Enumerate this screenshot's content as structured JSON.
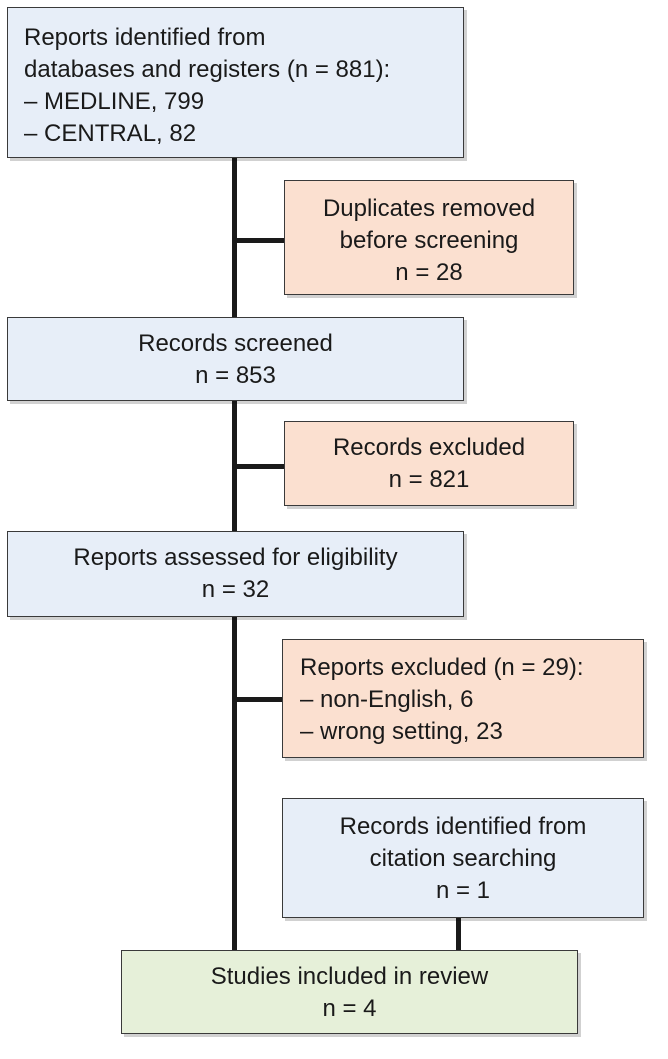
{
  "flowchart": {
    "identification": {
      "lines": [
        "Reports identified from",
        "databases and registers (n = 881):",
        "– MEDLINE, 799",
        "– CENTRAL, 82"
      ]
    },
    "duplicates_removed": {
      "lines": [
        "Duplicates removed",
        "before screening",
        "n = 28"
      ]
    },
    "records_screened": {
      "lines": [
        "Records screened",
        "n = 853"
      ]
    },
    "records_excluded": {
      "lines": [
        "Records excluded",
        "n = 821"
      ]
    },
    "eligibility": {
      "lines": [
        "Reports assessed for eligibility",
        "n = 32"
      ]
    },
    "reports_excluded": {
      "lines": [
        "Reports excluded (n = 29):",
        "– non-English, 6",
        "– wrong setting, 23"
      ]
    },
    "citation_search": {
      "lines": [
        "Records identified from",
        "citation searching",
        "n = 1"
      ]
    },
    "included": {
      "lines": [
        "Studies included in review",
        "n = 4"
      ]
    }
  },
  "colors": {
    "identification_fill": "#e7eef8",
    "exclusion_fill": "#fbe0d0",
    "included_fill": "#e6f0d9",
    "line": "#1a1a1a"
  }
}
